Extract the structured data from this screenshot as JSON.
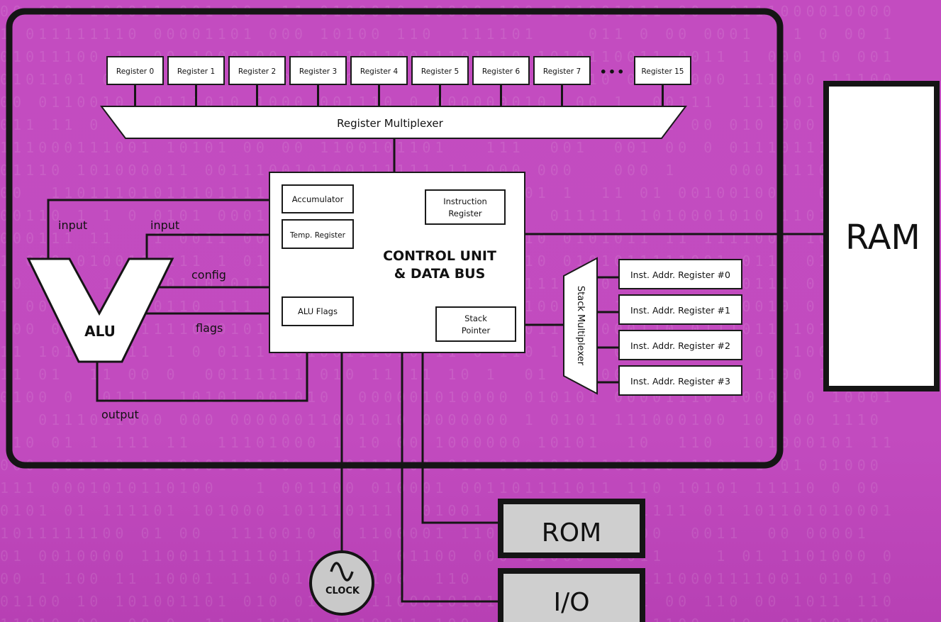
{
  "registers": [
    "Register 0",
    "Register 1",
    "Register 2",
    "Register 3",
    "Register 4",
    "Register 5",
    "Register 6",
    "Register 7",
    "Register 15"
  ],
  "ellipsis": "•••",
  "register_mux": "Register Multiplexer",
  "control_unit": {
    "line1": "CONTROL UNIT",
    "line2": "& DATA BUS",
    "accumulator": "Accumulator",
    "temp_register": "Temp. Register",
    "alu_flags": "ALU Flags",
    "instruction_register": [
      "Instruction",
      "Register"
    ],
    "stack_pointer": [
      "Stack",
      "Pointer"
    ]
  },
  "alu": {
    "label": "ALU",
    "input_left": "input",
    "input_right": "input",
    "config": "config",
    "flags": "flags",
    "output": "output"
  },
  "stack_mux": "Stack Multiplexer",
  "inst_addr_registers": [
    "Inst. Addr. Register #0",
    "Inst. Addr. Register #1",
    "Inst. Addr. Register #2",
    "Inst. Addr. Register #3"
  ],
  "ram": "RAM",
  "rom": "ROM",
  "io": "I/O",
  "clock": "CLOCK",
  "colors": {
    "background": "#c34cc0",
    "outline": "#151515",
    "box": "#ffffff",
    "clock": "#c9c9c9",
    "bus_box_border": "#2a2a2a"
  }
}
